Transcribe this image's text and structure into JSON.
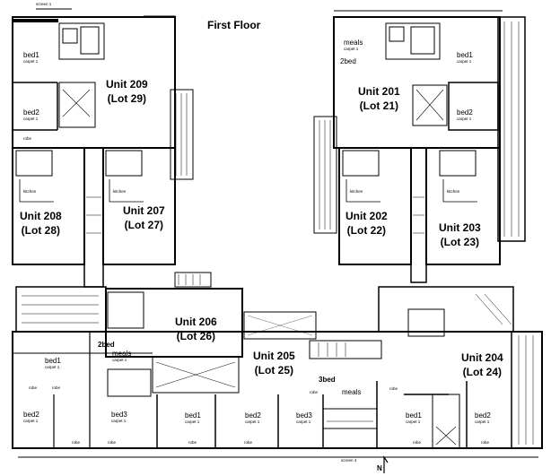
{
  "title": "First Floor",
  "units": [
    {
      "unit": "Unit 209",
      "lot": "(Lot 29)"
    },
    {
      "unit": "Unit 208",
      "lot": "(Lot 28)"
    },
    {
      "unit": "Unit 207",
      "lot": "(Lot 27)"
    },
    {
      "unit": "Unit 201",
      "lot": "(Lot 21)"
    },
    {
      "unit": "Unit 202",
      "lot": "(Lot 22)"
    },
    {
      "unit": "Unit 203",
      "lot": "(Lot 23)"
    },
    {
      "unit": "Unit 206",
      "lot": "(Lot 26)"
    },
    {
      "unit": "Unit 205",
      "lot": "(Lot 25)"
    },
    {
      "unit": "Unit 204",
      "lot": "(Lot 24)"
    }
  ],
  "rooms": {
    "bed1": "bed1",
    "bed2": "bed2",
    "bed3": "bed3",
    "meals": "meals",
    "bed2_type": "2bed",
    "bed3_type": "3bed",
    "carpet": "carpet 1",
    "robe": "robe",
    "kitchen": "kitchen",
    "screen": "screen 1",
    "screen4": "screen 4"
  },
  "north": "N",
  "colors": {
    "line": "#000000",
    "background": "#ffffff"
  }
}
